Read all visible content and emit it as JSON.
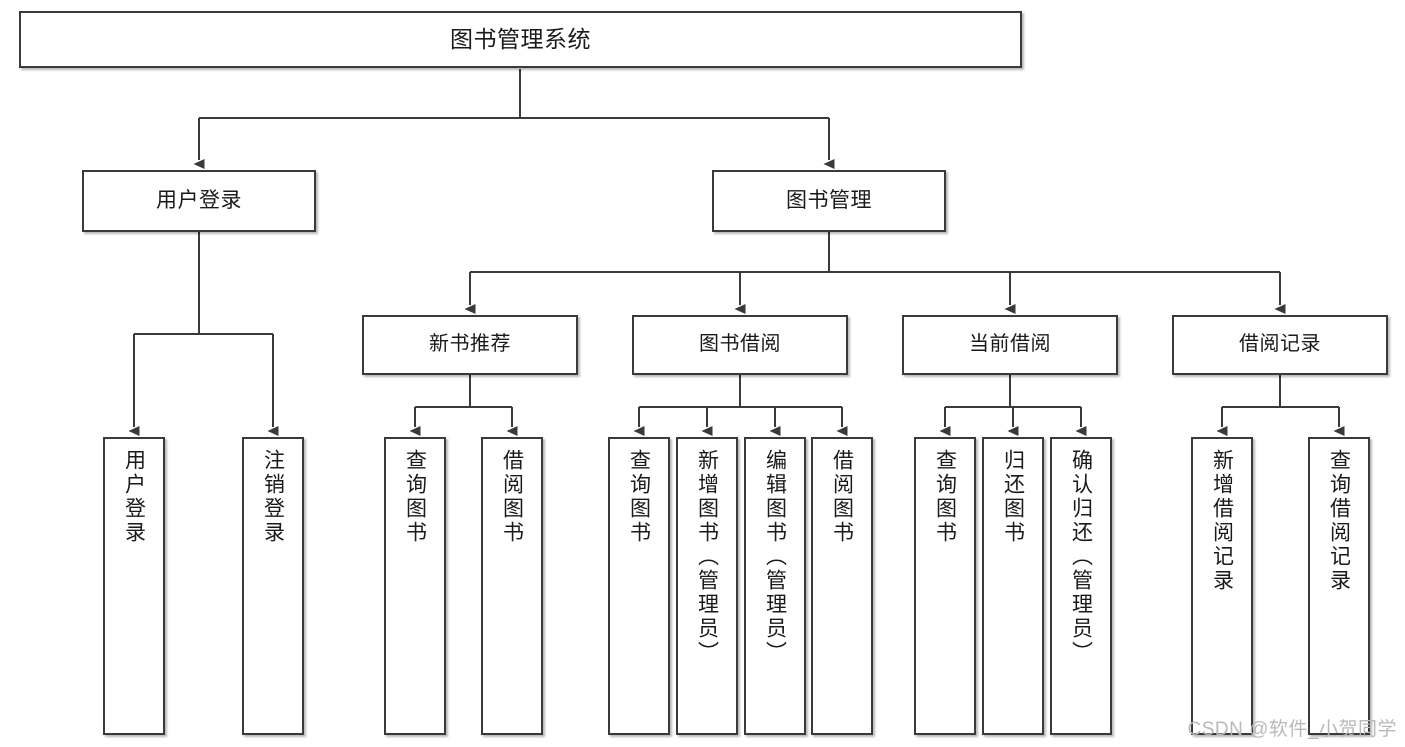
{
  "diagram": {
    "title": "图书管理系统",
    "watermark": "CSDN @软件_小贺同学",
    "line_color": "#3a3a3a",
    "box_fill": "#ffffff",
    "text_color": "#1a1a1a",
    "levels": {
      "root": "图书管理系统",
      "level2": [
        "用户登录",
        "图书管理"
      ],
      "level3": [
        "新书推荐",
        "图书借阅",
        "当前借阅",
        "借阅记录"
      ]
    },
    "nodes": {
      "root": {
        "label": "图书管理系统"
      },
      "user_login": {
        "label": "用户登录"
      },
      "book_manage": {
        "label": "图书管理"
      },
      "new_book_rec": {
        "label": "新书推荐"
      },
      "book_borrow": {
        "label": "图书借阅"
      },
      "current_borrow": {
        "label": "当前借阅"
      },
      "borrow_record": {
        "label": "借阅记录"
      },
      "leaf_user_login": {
        "label": "用户登录"
      },
      "leaf_logout": {
        "label": "注销登录"
      },
      "leaf_query_book_rec": {
        "label": "查询图书"
      },
      "leaf_borrow_book_rec": {
        "label": "借阅图书"
      },
      "leaf_query_book_bb": {
        "label": "查询图书"
      },
      "leaf_add_book": {
        "label": "新增图书（管理员）"
      },
      "leaf_edit_book": {
        "label": "编辑图书（管理员）"
      },
      "leaf_borrow_book_bb": {
        "label": "借阅图书"
      },
      "leaf_query_book_cb": {
        "label": "查询图书"
      },
      "leaf_return_book": {
        "label": "归还图书"
      },
      "leaf_confirm_return": {
        "label": "确认归还（管理员）"
      },
      "leaf_add_record": {
        "label": "新增借阅记录"
      },
      "leaf_query_record": {
        "label": "查询借阅记录"
      }
    },
    "tree": {
      "root": "图书管理系统",
      "children": [
        {
          "label": "用户登录",
          "children": [
            {
              "label": "用户登录"
            },
            {
              "label": "注销登录"
            }
          ]
        },
        {
          "label": "图书管理",
          "children": [
            {
              "label": "新书推荐",
              "children": [
                {
                  "label": "查询图书"
                },
                {
                  "label": "借阅图书"
                }
              ]
            },
            {
              "label": "图书借阅",
              "children": [
                {
                  "label": "查询图书"
                },
                {
                  "label": "新增图书（管理员）"
                },
                {
                  "label": "编辑图书（管理员）"
                },
                {
                  "label": "借阅图书"
                }
              ]
            },
            {
              "label": "当前借阅",
              "children": [
                {
                  "label": "查询图书"
                },
                {
                  "label": "归还图书"
                },
                {
                  "label": "确认归还（管理员）"
                }
              ]
            },
            {
              "label": "借阅记录",
              "children": [
                {
                  "label": "新增借阅记录"
                },
                {
                  "label": "查询借阅记录"
                }
              ]
            }
          ]
        }
      ]
    }
  }
}
